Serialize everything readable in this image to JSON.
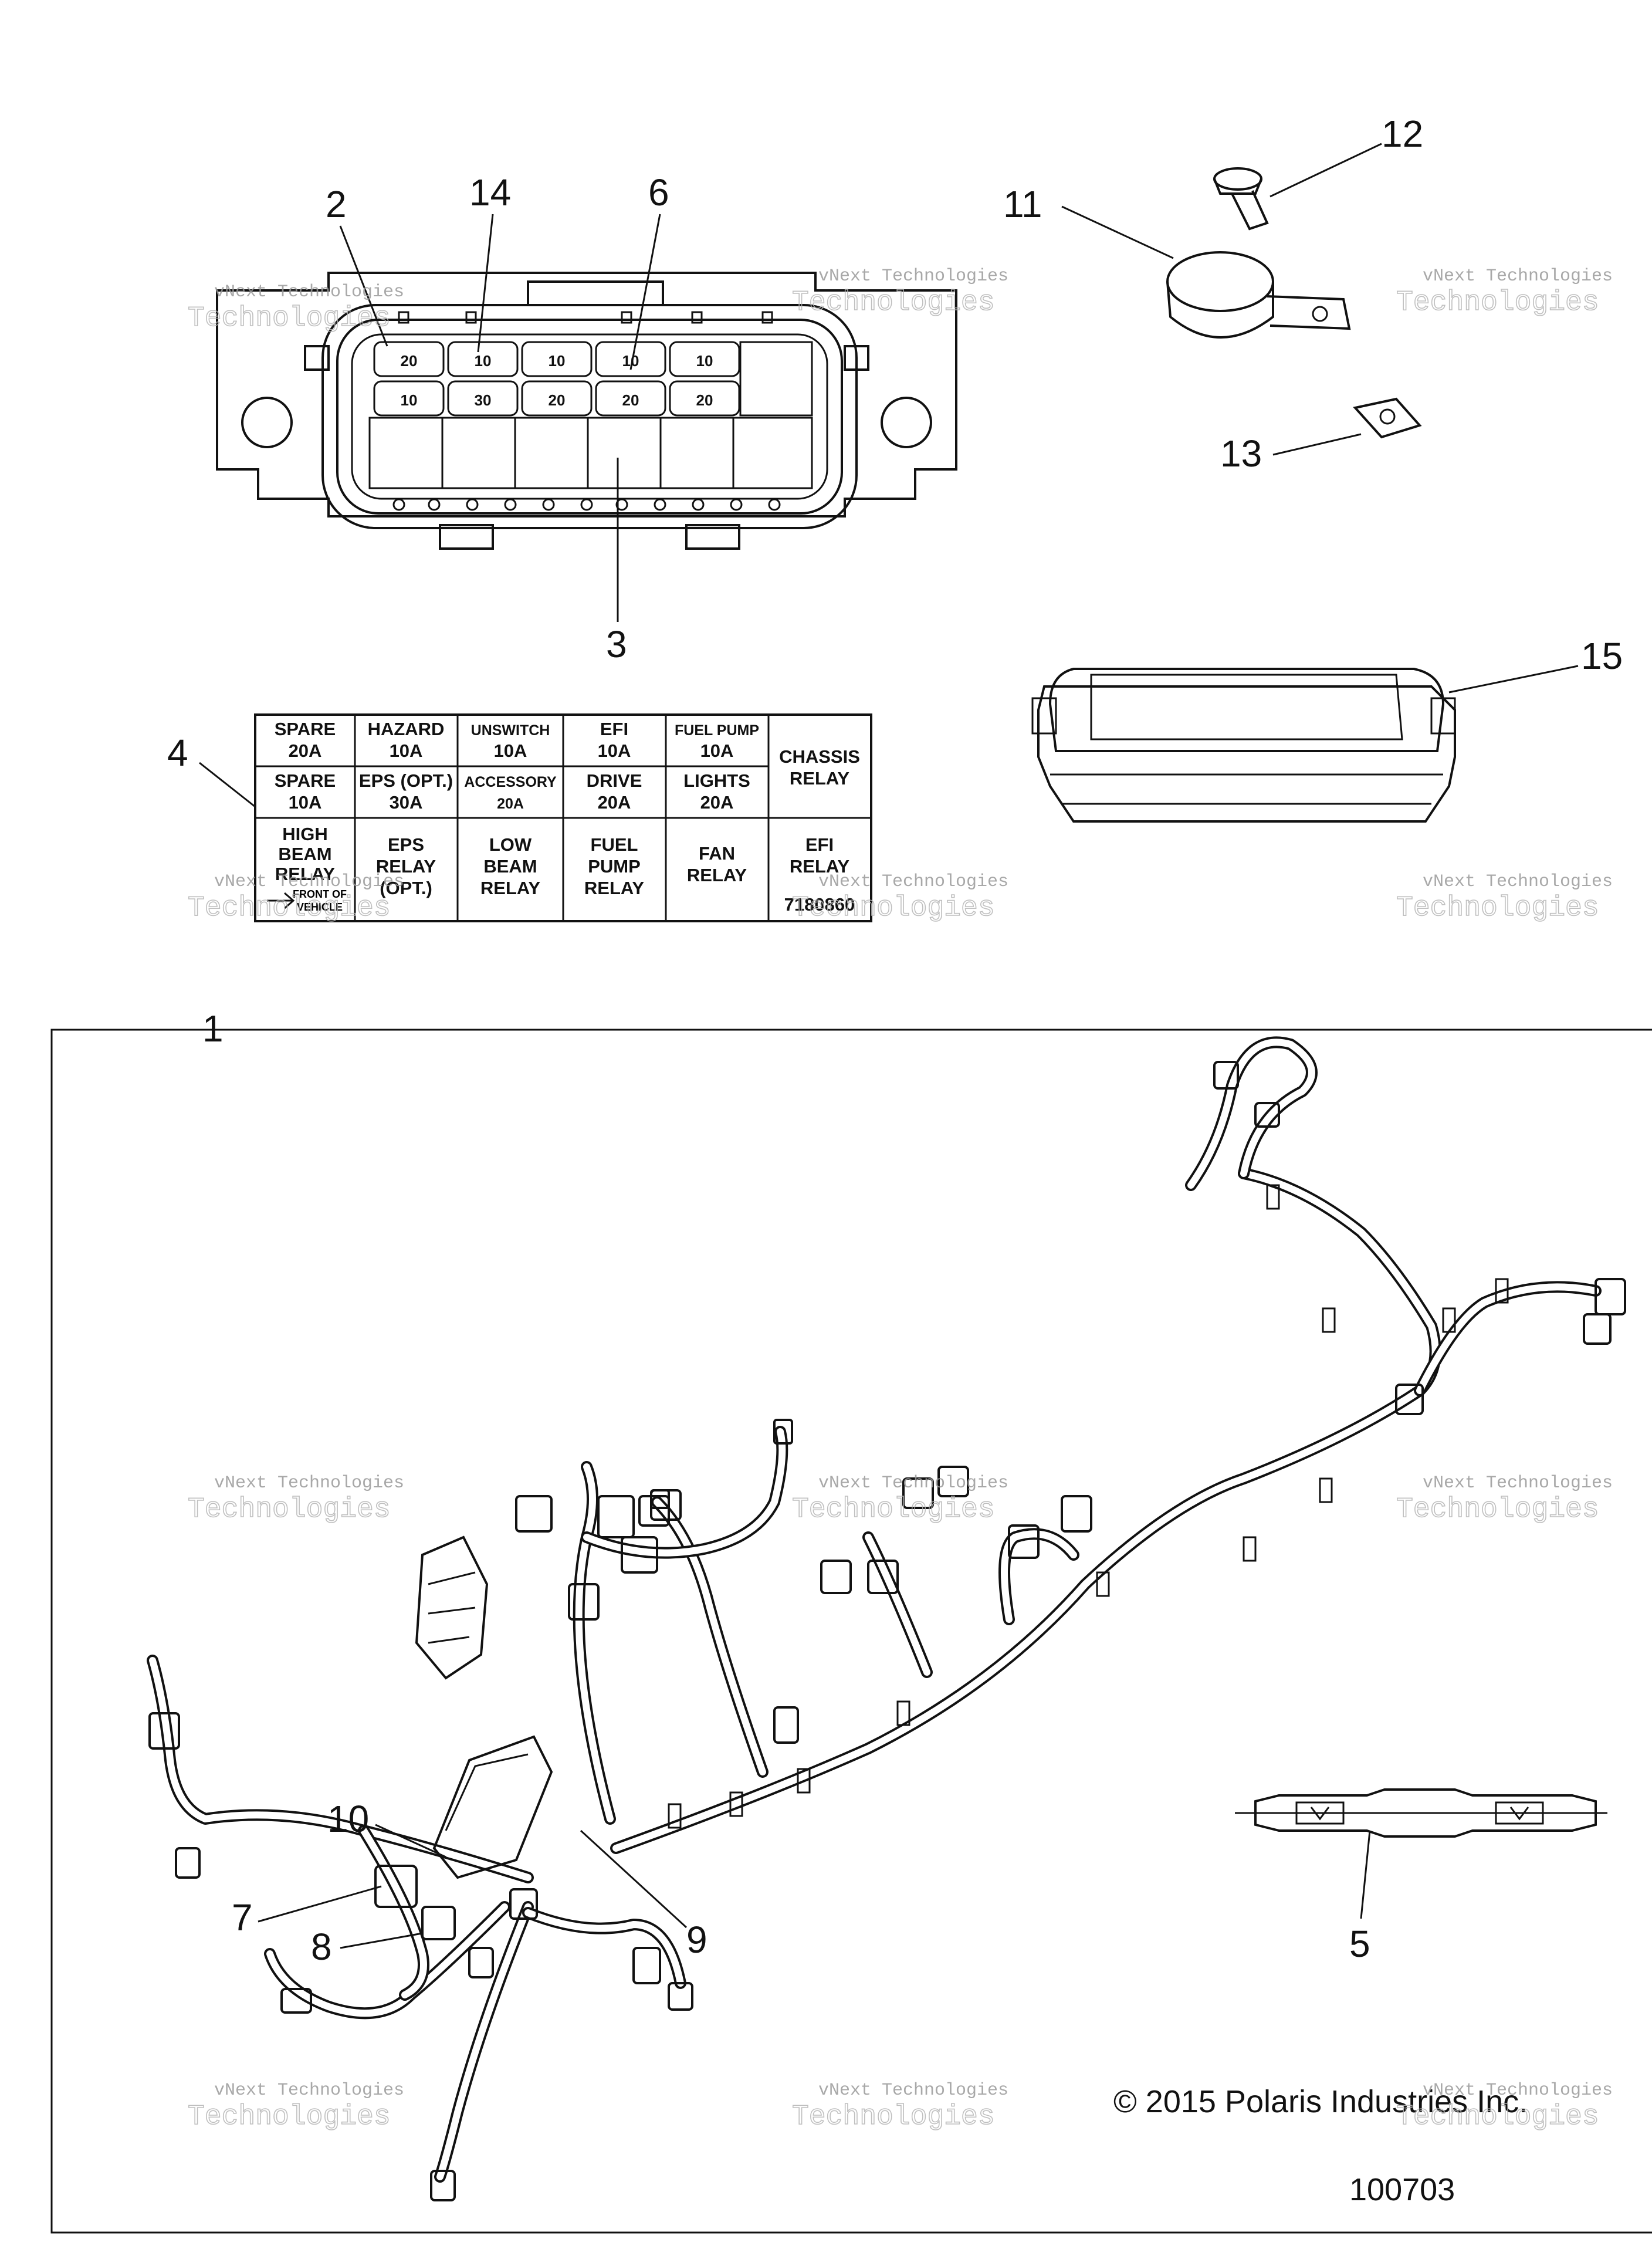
{
  "callouts": [
    "1",
    "2",
    "3",
    "4",
    "5",
    "6",
    "7",
    "8",
    "9",
    "10",
    "11",
    "12",
    "13",
    "14",
    "15"
  ],
  "fuse_box": {
    "fuse_ratings_top": [
      "20",
      "10",
      "10",
      "10",
      "10"
    ],
    "fuse_ratings_bottom": [
      "10",
      "30",
      "20",
      "20",
      "20"
    ]
  },
  "fuse_label": {
    "row1": [
      {
        "line1": "SPARE",
        "line2": "20A"
      },
      {
        "line1": "HAZARD",
        "line2": "10A"
      },
      {
        "line1": "UNSWITCH",
        "line2": "10A"
      },
      {
        "line1": "EFI",
        "line2": "10A"
      },
      {
        "line1": "FUEL PUMP",
        "line2": "10A"
      }
    ],
    "row2": [
      {
        "line1": "SPARE",
        "line2": "10A"
      },
      {
        "line1": "EPS (OPT.)",
        "line2": "30A"
      },
      {
        "line1": "ACCESSORY",
        "line2": "20A"
      },
      {
        "line1": "DRIVE",
        "line2": "20A"
      },
      {
        "line1": "LIGHTS",
        "line2": "20A"
      }
    ],
    "chassis_relay": {
      "line1": "CHASSIS",
      "line2": "RELAY"
    },
    "row3": [
      {
        "lines": [
          "HIGH",
          "BEAM",
          "RELAY"
        ]
      },
      {
        "lines": [
          "EPS",
          "RELAY",
          "(OPT.)"
        ]
      },
      {
        "lines": [
          "LOW",
          "BEAM",
          "RELAY"
        ]
      },
      {
        "lines": [
          "FUEL",
          "PUMP",
          "RELAY"
        ]
      },
      {
        "lines": [
          "FAN",
          "RELAY"
        ]
      },
      {
        "lines": [
          "EFI",
          "RELAY"
        ]
      }
    ],
    "front_of_vehicle": [
      "FRONT OF",
      "VEHICLE"
    ],
    "part_number": "7180860"
  },
  "watermark": {
    "line1": "vNext Technologies",
    "line2": "Technologies"
  },
  "copyright": "© 2015 Polaris Industries Inc.",
  "figure_number": "100703"
}
